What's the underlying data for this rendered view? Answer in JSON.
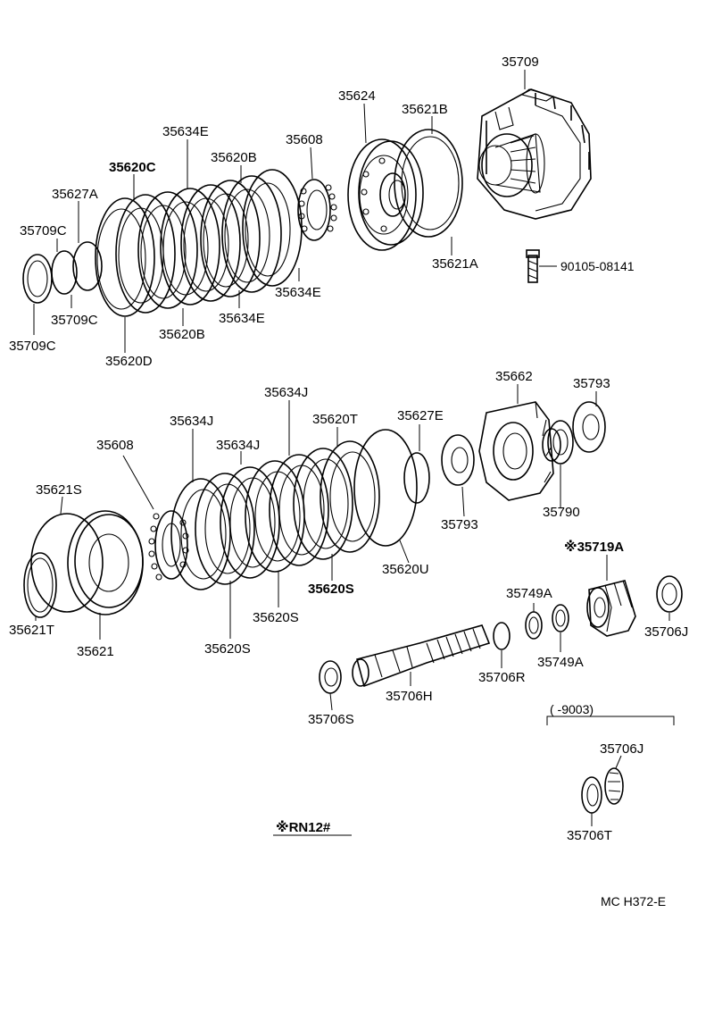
{
  "labels": {
    "l35709_top": "35709",
    "l35624": "35624",
    "l35621B": "35621B",
    "l35634E_a": "35634E",
    "l35608_a": "35608",
    "l35620B_a": "35620B",
    "l35620C": "35620C",
    "l35627A": "35627A",
    "l35709C_a": "35709C",
    "l35709C_b": "35709C",
    "l35709C_c": "35709C",
    "l35620D": "35620D",
    "l35620B_b": "35620B",
    "l35634E_b": "35634E",
    "l35634E_c": "35634E",
    "l35621A": "35621A",
    "l90105": "90105-08141",
    "l35634J_a": "35634J",
    "l35662": "35662",
    "l35793_a": "35793",
    "l35634J_b": "35634J",
    "l35620T": "35620T",
    "l35627E": "35627E",
    "l35608_b": "35608",
    "l35634J_c": "35634J",
    "l35621S": "35621S",
    "l35793_b": "35793",
    "l35790": "35790",
    "l35719A": "※35719A",
    "l35620U": "35620U",
    "l35620S_a": "35620S",
    "l35749A_a": "35749A",
    "l35706J_a": "35706J",
    "l35621T": "35621T",
    "l35621": "35621",
    "l35620S_b": "35620S",
    "l35620S_c": "35620S",
    "l35749A_b": "35749A",
    "l35706R": "35706R",
    "l35706H": "35706H",
    "l35706S": "35706S",
    "l9003": "(    -9003)",
    "l35706J_b": "35706J",
    "l35706T": "35706T",
    "lRN12": "※RN12#",
    "lMC": "MC  H372-E"
  }
}
